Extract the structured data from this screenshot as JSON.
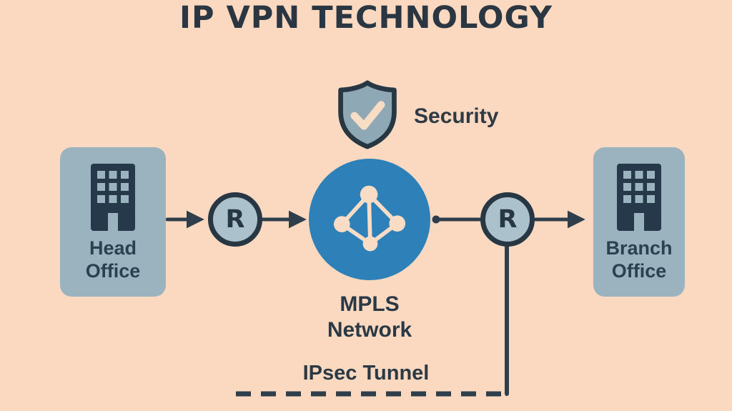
{
  "title": "IP VPN TECHNOLOGY",
  "security_badge": {
    "label": "Security"
  },
  "diagram": {
    "head_office": {
      "label": "Head Office"
    },
    "router_left": {
      "label": "R"
    },
    "mpls_network": {
      "label": "MPLS Network"
    },
    "router_right": {
      "label": "R"
    },
    "branch_office": {
      "label": "Branch Office"
    },
    "ipsec_tunnel": {
      "label": "IPsec Tunnel"
    }
  },
  "colors": {
    "background": "#FBD9C1",
    "ink": "#2E3E4A",
    "title_ink": "#2A3743",
    "node_fill": "#9AB3BE",
    "router_fill": "#ABC2CC",
    "mpls_blue": "#2E81B8",
    "shield_fill": "#8FA8B5",
    "glyph_peach": "#F8DCC5"
  }
}
